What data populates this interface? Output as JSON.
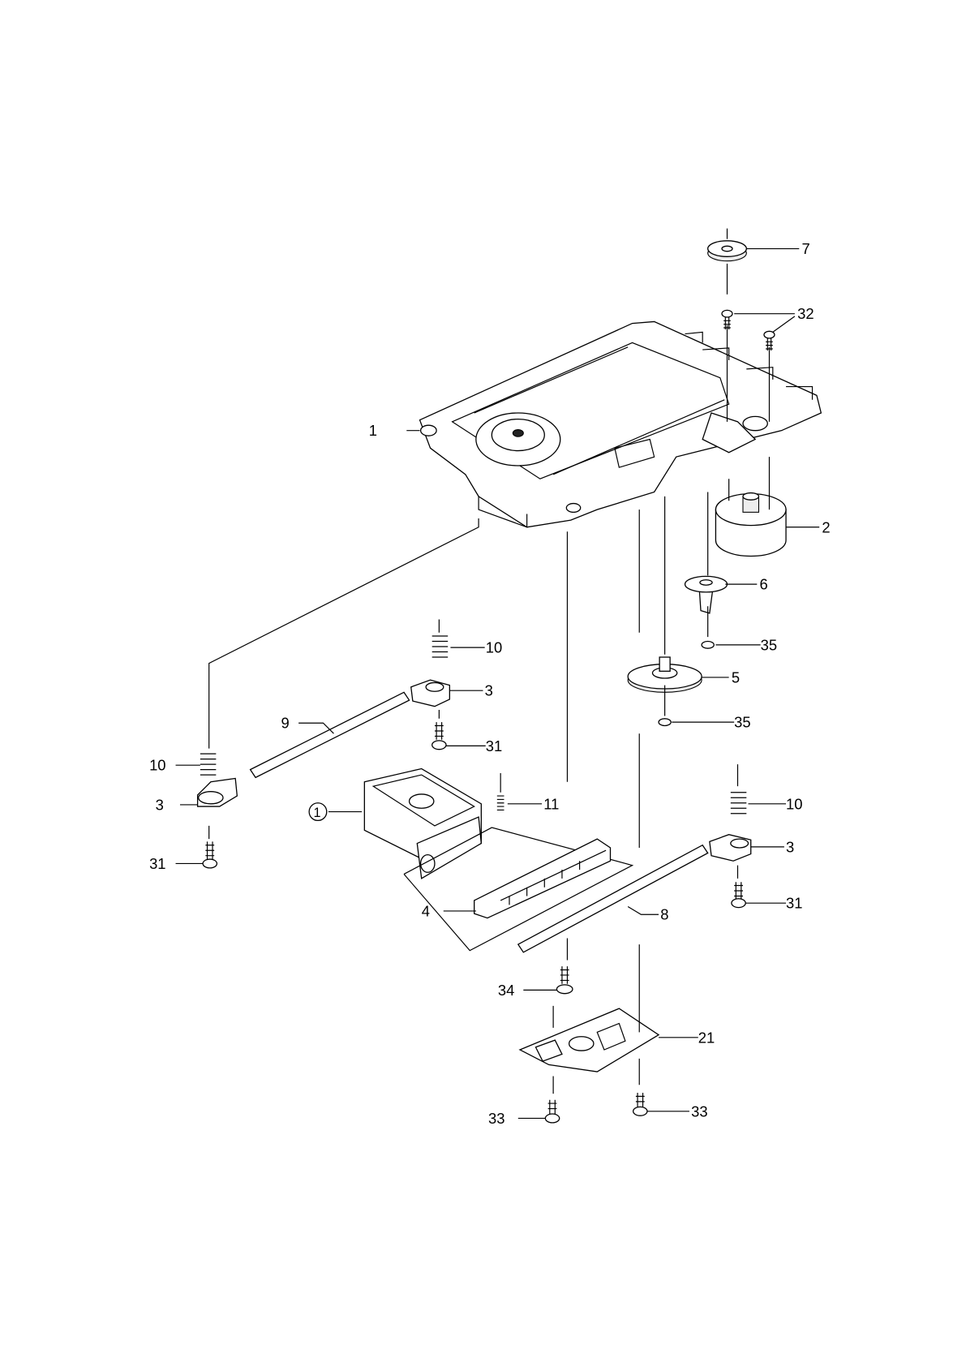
{
  "diagram": {
    "type": "exploded-parts-view",
    "callouts": {
      "p1": "1",
      "p2": "2",
      "p3a": "3",
      "p3b": "3",
      "p3c": "3",
      "p4": "4",
      "p5": "5",
      "p6": "6",
      "p7": "7",
      "p8": "8",
      "p9": "9",
      "p10a": "10",
      "p10b": "10",
      "p10c": "10",
      "p11": "11",
      "p21": "21",
      "p31a": "31",
      "p31b": "31",
      "p31c": "31",
      "p32": "32",
      "p33a": "33",
      "p33b": "33",
      "p34": "34",
      "p35a": "35",
      "p35b": "35",
      "pickup": "1"
    }
  }
}
